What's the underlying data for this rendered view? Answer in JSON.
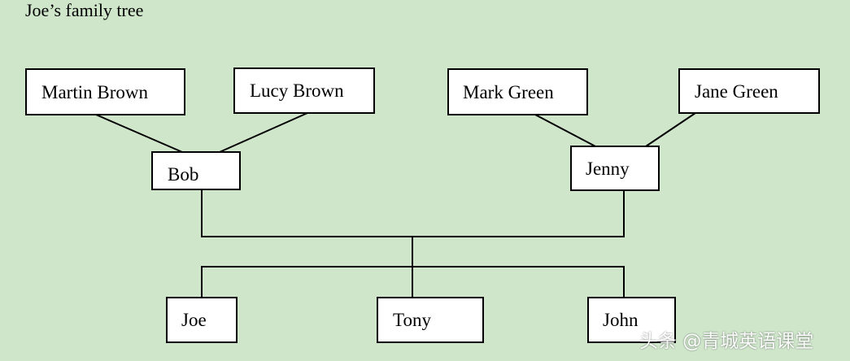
{
  "diagram": {
    "title": "Joe’s family tree",
    "background_color": "#cfe6cb",
    "line_color": "#000000",
    "box_fill": "#ffffff",
    "nodes": {
      "martin": "Martin Brown",
      "lucy": "Lucy Brown",
      "mark": "Mark Green",
      "jane": "Jane Green",
      "bob": "Bob",
      "jenny": "Jenny",
      "joe": "Joe",
      "tony": "Tony",
      "john": "John"
    }
  },
  "watermark": {
    "text": "头条 @青城英语课堂"
  }
}
